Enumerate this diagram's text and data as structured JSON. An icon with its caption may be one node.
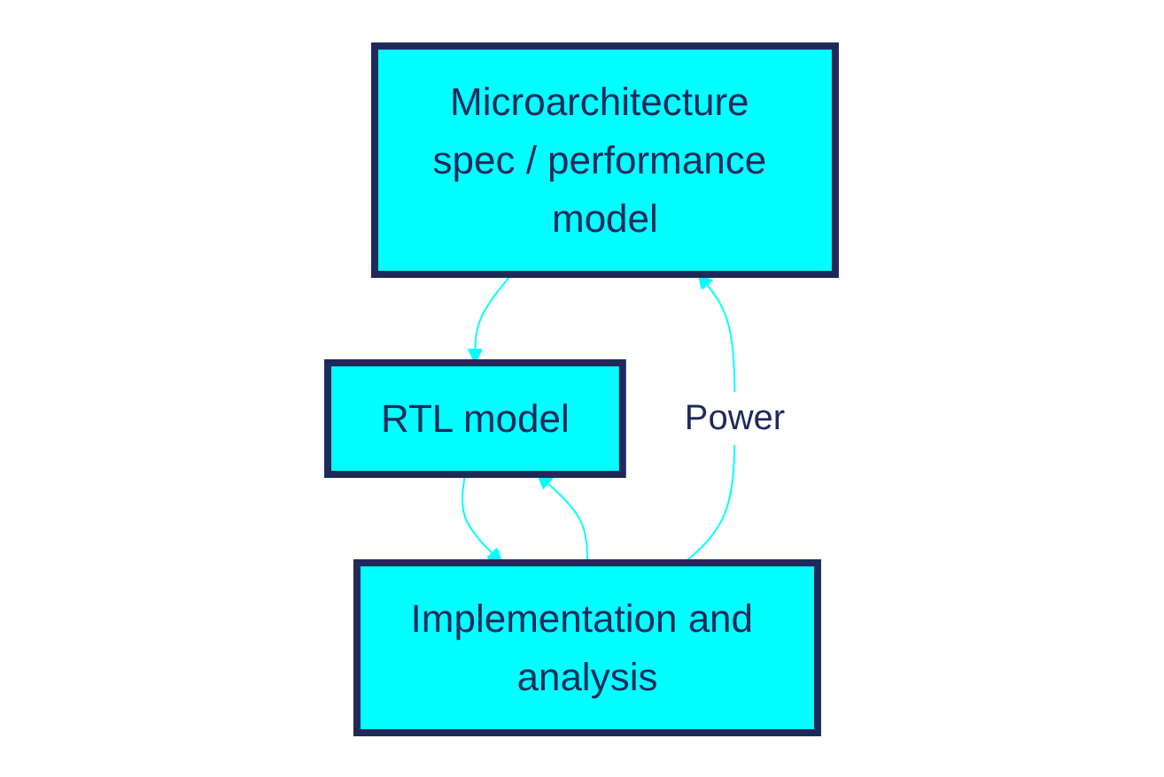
{
  "diagram": {
    "nodes": [
      {
        "text": [
          "Microarchitecture spec / performance model"
        ]
      },
      {
        "text": [
          "RTL model"
        ]
      },
      {
        "text": [
          "Implementation and analysis"
        ]
      }
    ],
    "edges": [
      {
        "from": 0,
        "to": 1,
        "arrow": "to",
        "color": "#00ffff"
      },
      {
        "from": 1,
        "to": 2,
        "arrow": "to",
        "color": "#00ffff"
      },
      {
        "from": 2,
        "to": 0,
        "arrow": "to",
        "color": "#00ffff",
        "label": "Power"
      },
      {
        "from": 2,
        "to": 1,
        "arrow": "to",
        "color": "#00ffff"
      }
    ]
  }
}
